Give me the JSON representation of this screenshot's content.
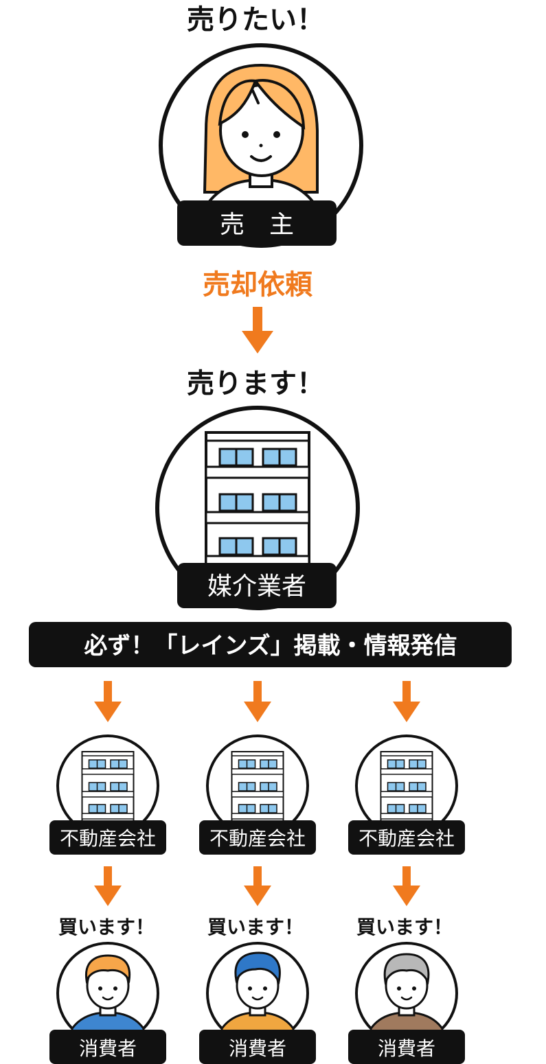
{
  "seller": {
    "callout": "売りたい！",
    "label": "売　主"
  },
  "request_label": "売却依頼",
  "broker": {
    "callout": "売ります！",
    "label": "媒介業者"
  },
  "reins_banner": "必ず！「レインズ」掲載・情報発信",
  "agencies": [
    {
      "label": "不動産会社"
    },
    {
      "label": "不動産会社"
    },
    {
      "label": "不動産会社"
    }
  ],
  "buyers": [
    {
      "callout": "買います！",
      "label": "消費者",
      "hair_color": "#F7A64A",
      "shirt_color": "#3E86D0"
    },
    {
      "callout": "買います！",
      "label": "消費者",
      "hair_color": "#2F78C8",
      "shirt_color": "#F0A640"
    },
    {
      "callout": "買います！",
      "label": "消費者",
      "hair_color": "#B8B8B8",
      "shirt_color": "#A07A5E"
    }
  ],
  "colors": {
    "accent": "#F07A1E",
    "ink": "#111111",
    "seller_hair": "#FFB866",
    "window": "#8EC8EE"
  }
}
